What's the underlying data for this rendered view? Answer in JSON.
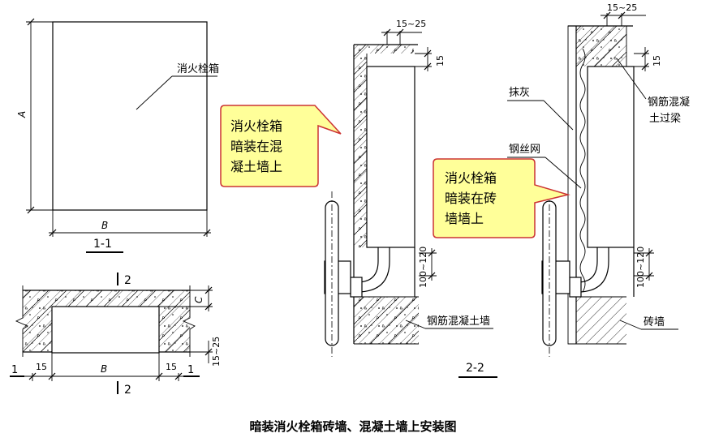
{
  "title": "暗装消火栓箱砖墙、混凝土墙上安装图",
  "section_11": {
    "label": "1-1",
    "box_label": "消火栓箱",
    "dim_a": "A",
    "dim_b": "B"
  },
  "plan_view": {
    "cut_mark": "2",
    "dim_c": "C",
    "dim_b": "B",
    "dim_15_left": "15",
    "dim_15_right": "15",
    "dim_side": "15~25",
    "section_mark_left": "1",
    "section_mark_right": "1"
  },
  "section_22": {
    "label": "2-2",
    "left": {
      "dim_top": "15~25",
      "dim_gap": "15",
      "dim_bottom": "100~120",
      "wall_label": "钢筋混凝土墙"
    },
    "right": {
      "dim_top": "15~25",
      "dim_gap": "15",
      "dim_bottom": "100~120",
      "plaster_label": "抹灰",
      "mesh_label": "钢丝网",
      "lintel_label_1": "钢筋混凝",
      "lintel_label_2": "土过梁",
      "wall_label": "砖墙"
    }
  },
  "callouts": {
    "concrete": [
      "消火栓箱",
      "暗装在混",
      "凝土墙上"
    ],
    "brick": [
      "消火栓箱",
      "暗装在砖",
      "墙墙上"
    ]
  },
  "colors": {
    "callout_fill": "#FFFF99",
    "callout_stroke": "#CC3333",
    "line": "#000000"
  }
}
